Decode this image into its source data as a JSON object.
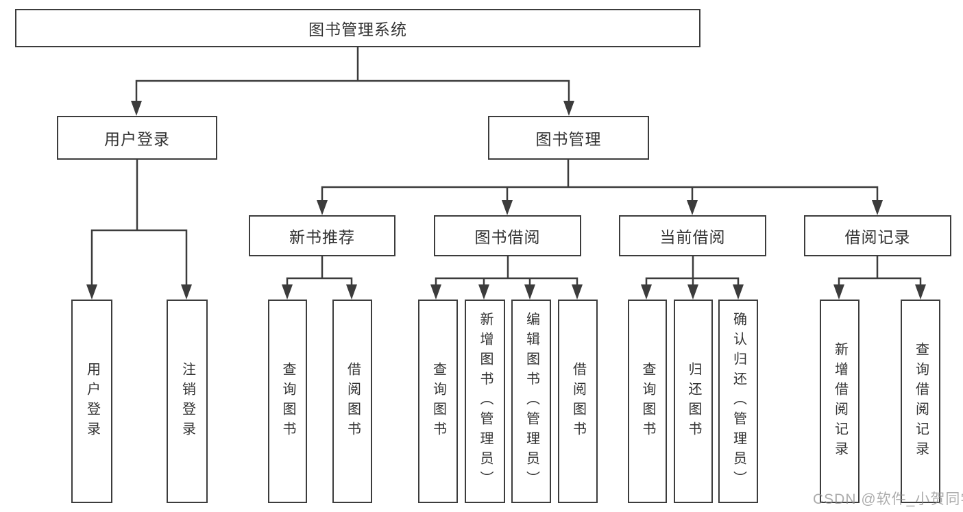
{
  "diagram": {
    "type": "hierarchy-tree",
    "colors": {
      "line": "#3c3c3c",
      "box_border": "#3c3c3c",
      "box_background": "#ffffff",
      "text": "#333333",
      "watermark_text": "#8c8c8c"
    },
    "tree": {
      "root": "图书管理系统",
      "branches": [
        {
          "label": "用户登录",
          "children": [
            "用户登录",
            "注销登录"
          ]
        },
        {
          "label": "图书管理",
          "sections": [
            {
              "label": "新书推荐",
              "children": [
                "查询图书",
                "借阅图书"
              ]
            },
            {
              "label": "图书借阅",
              "children": [
                "查询图书",
                "新增图书（管理员）",
                "编辑图书（管理员）",
                "借阅图书"
              ]
            },
            {
              "label": "当前借阅",
              "children": [
                "查询图书",
                "归还图书",
                "确认归还（管理员）"
              ]
            },
            {
              "label": "借阅记录",
              "children": [
                "新增借阅记录",
                "查询借阅记录"
              ]
            }
          ]
        }
      ]
    },
    "watermark": "CSDN @软件_小贺同学"
  }
}
